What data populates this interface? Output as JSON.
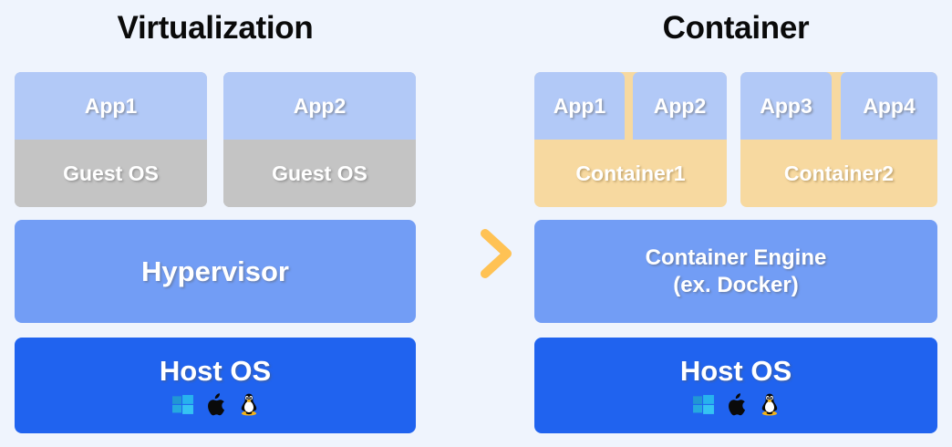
{
  "background_color": "#eff4fd",
  "colors": {
    "app_box": "#b2c9f7",
    "guest_os": "#c4c4c4",
    "container_band": "#f7d9a0",
    "hypervisor": "#729df5",
    "host_os": "#2063ef",
    "title_text": "#0a0a0a",
    "block_text": "#ffffff",
    "arrow_gradient_start": "#fdf1dc",
    "arrow_gradient_end": "#ffc254"
  },
  "left_column": {
    "title": "Virtualization",
    "vms": [
      {
        "app_label": "App1",
        "os_label": "Guest OS"
      },
      {
        "app_label": "App2",
        "os_label": "Guest OS"
      }
    ],
    "hypervisor_label": "Hypervisor",
    "host_os_label": "Host OS",
    "host_os_icons": [
      "windows-icon",
      "apple-icon",
      "linux-tux-icon"
    ]
  },
  "arrow": {
    "icon": "arrow-right-icon",
    "direction": "right"
  },
  "right_column": {
    "title": "Container",
    "containers": [
      {
        "label": "Container1",
        "apps": [
          "App1",
          "App2"
        ]
      },
      {
        "label": "Container2",
        "apps": [
          "App3",
          "App4"
        ]
      }
    ],
    "engine_label_line1": "Container Engine",
    "engine_label_line2": "(ex. Docker)",
    "host_os_label": "Host OS",
    "host_os_icons": [
      "windows-icon",
      "apple-icon",
      "linux-tux-icon"
    ]
  }
}
